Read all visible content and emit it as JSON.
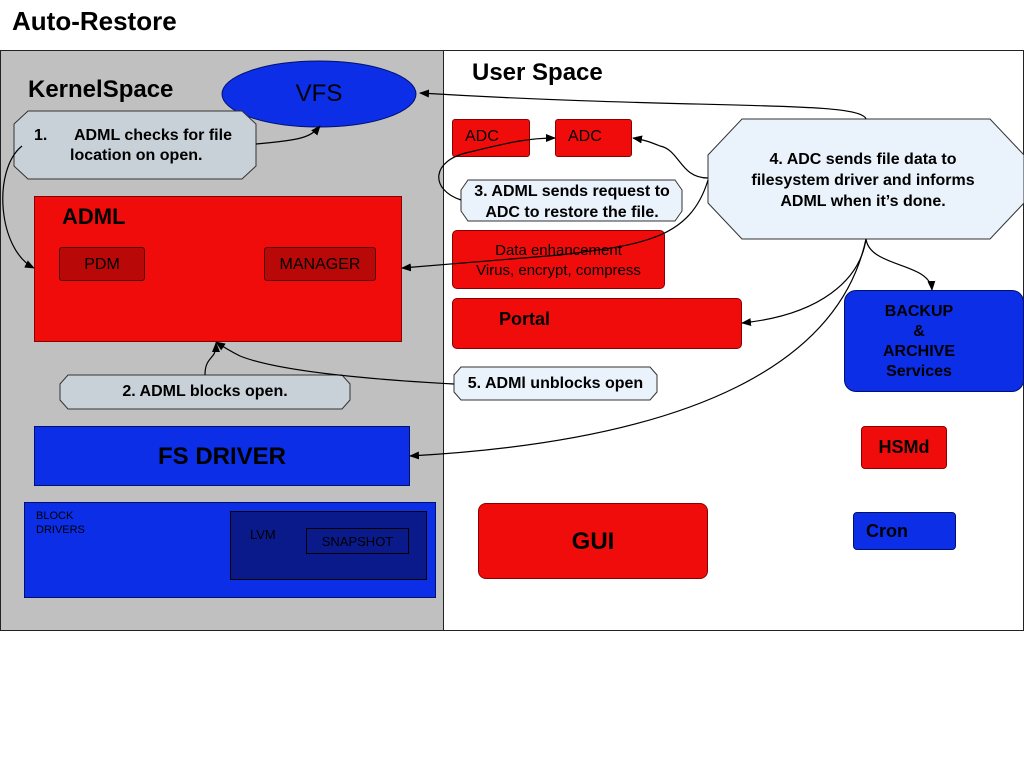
{
  "title": "Auto-Restore",
  "regions": {
    "kernel": "KernelSpace",
    "user": "User Space"
  },
  "vfs": "VFS",
  "notes": {
    "step1_num": "1.",
    "step1": "ADML checks for file location on open.",
    "step2": "2. ADML blocks open.",
    "step3": "3. ADML sends request to ADC to restore the file.",
    "step4": "4. ADC sends file data to filesystem driver and informs ADML when it’s done.",
    "step5": "5. ADMl unblocks open"
  },
  "adml": {
    "title": "ADML",
    "pdm": "PDM",
    "manager": "MANAGER"
  },
  "fs_driver": "FS DRIVER",
  "block_drivers": {
    "label_line1": "BLOCK",
    "label_line2": "DRIVERS",
    "lvm": "LVM",
    "snapshot": "SNAPSHOT"
  },
  "adc1": "ADC",
  "adc2": "ADC",
  "data_enhancement": {
    "line1": "Data enhancement",
    "line2": "Virus, encrypt, compress"
  },
  "portal": "Portal",
  "backup": {
    "line1": "BACKUP",
    "line2": "&",
    "line3": "ARCHIVE",
    "line4": "Services"
  },
  "hsmd": "HSMd",
  "gui": "GUI",
  "cron": "Cron",
  "colors": {
    "red": "#f10c0c",
    "blue": "#0b2ee6",
    "dark_red": "#b80808",
    "navy": "#0a1a8a",
    "note_grey": "#c8d0d8",
    "note_light": "#eaf2fb",
    "kernel_bg": "#c0c0c0"
  }
}
